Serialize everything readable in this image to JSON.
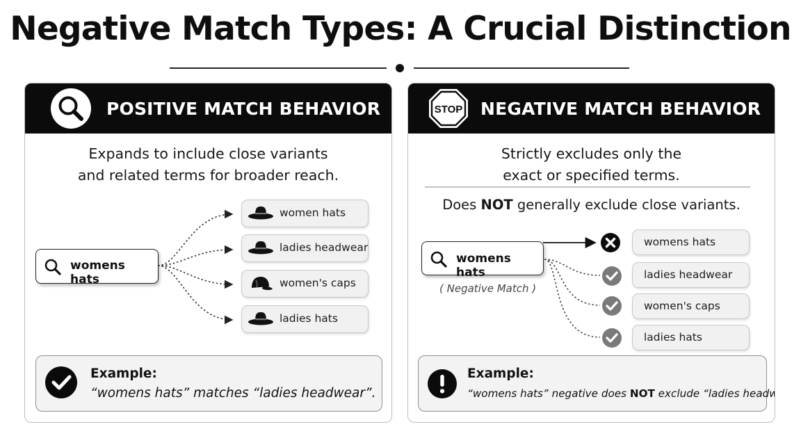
{
  "title": "Negative Match Types: A Crucial Distinction",
  "positive": {
    "header": "POSITIVE MATCH BEHAVIOR",
    "header_icon": "search-icon",
    "description": [
      "Expands to include close variants",
      "and related terms for broader reach."
    ],
    "query": "womens hats",
    "variants": [
      {
        "label": "women hats",
        "icon": "fedora-hat-icon"
      },
      {
        "label": "ladies headwear",
        "icon": "fedora-hat-icon"
      },
      {
        "label": "women's caps",
        "icon": "baseball-cap-icon"
      },
      {
        "label": "ladies hats",
        "icon": "fedora-hat-icon"
      }
    ],
    "example": {
      "title": "Example:",
      "text": "“womens hats” matches “ladies headwear”.",
      "icon": "check-circle-icon"
    }
  },
  "negative": {
    "header": "NEGATIVE MATCH BEHAVIOR",
    "header_icon": "stop-sign-icon",
    "stop_text": "STOP",
    "description": [
      "Strictly excludes only the",
      "exact or specified terms."
    ],
    "note": {
      "lead": "Does ",
      "strong": "NOT",
      "rest": " generally exclude close variants."
    },
    "query": "womens hats",
    "query_caption": "( Negative Match )",
    "variants": [
      {
        "label": "womens hats",
        "status": "excluded",
        "icon": "x-circle-icon"
      },
      {
        "label": "ladies headwear",
        "status": "not-excluded",
        "icon": "check-circle-icon"
      },
      {
        "label": "women's caps",
        "status": "not-excluded",
        "icon": "check-circle-icon"
      },
      {
        "label": "ladies hats",
        "status": "not-excluded",
        "icon": "check-circle-icon"
      }
    ],
    "example": {
      "title": "Example:",
      "text_before": "“womens hats” negative does ",
      "text_strong": "NOT",
      "text_after": " exclude “ladies headwear”.",
      "icon": "exclamation-circle-icon"
    }
  },
  "colors": {
    "header_bg": "#0b0b0b",
    "accent": "#111111",
    "check_gray": "#7a7a7a",
    "pill_bg": "#f1f1f1"
  }
}
